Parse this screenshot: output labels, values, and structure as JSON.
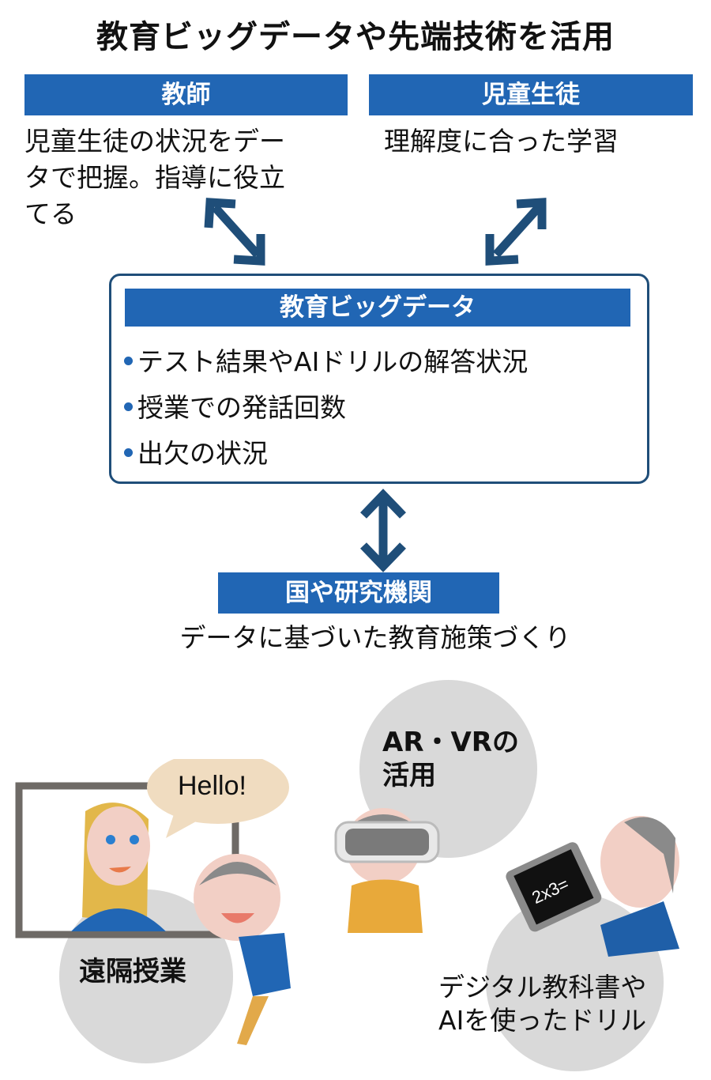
{
  "title": "教育ビッグデータや先端技術を活用",
  "colors": {
    "accent_blue": "#2166b4",
    "arrow_blue": "#1f4e79",
    "circle_gray": "#d9d9d9"
  },
  "teacher": {
    "header": "教師",
    "description_lines": [
      "児童生徒の状況をデー",
      "タで把握。指導に役立",
      "てる"
    ]
  },
  "students": {
    "header": "児童生徒",
    "description": "理解度に合った学習"
  },
  "big_data": {
    "header": "教育ビッグデータ",
    "items": [
      "テスト結果やAIドリルの解答状況",
      "授業での発話回数",
      "出欠の状況"
    ]
  },
  "government": {
    "header": "国や研究機関",
    "description": "データに基づいた教育施策づくり"
  },
  "illustrations": {
    "remote_class": {
      "label": "遠隔授業",
      "speech": "Hello!"
    },
    "ar_vr": {
      "label_lines": [
        "AR・VRの",
        "活用"
      ]
    },
    "digital": {
      "label_lines": [
        "デジタル教科書や",
        "AIを使ったドリル"
      ],
      "tablet_text": "2x3="
    }
  }
}
